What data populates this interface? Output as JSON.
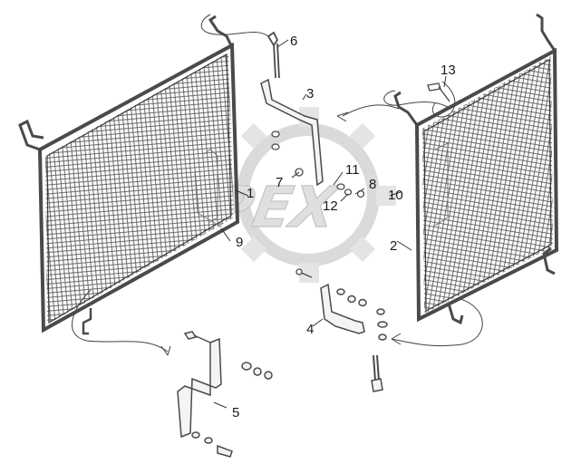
{
  "watermark": {
    "text": "OPEX"
  },
  "callouts": {
    "c1": "1",
    "c2": "2",
    "c3": "3",
    "c4": "4",
    "c5": "5",
    "c6": "6",
    "c7": "7",
    "c8": "8",
    "c9": "9",
    "c10": "10",
    "c11": "11",
    "c12": "12",
    "c13": "13"
  },
  "colors": {
    "line": "#3a3a3a",
    "mesh": "#555555",
    "frame": "#4a4a4a",
    "bracket": "#6a6a6a",
    "watermark": "#d8d8d8",
    "text": "#1a1a1a"
  }
}
